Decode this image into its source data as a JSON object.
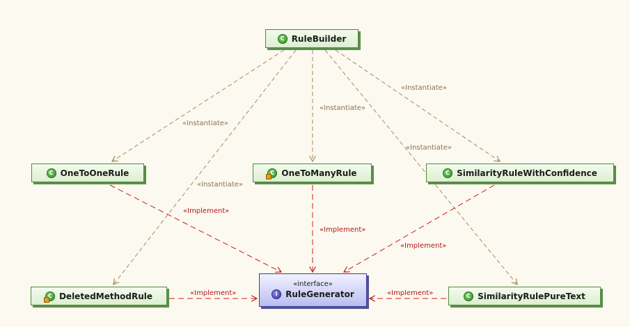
{
  "nodes": {
    "rule_builder": {
      "label": "RuleBuilder",
      "icon": "class-icon"
    },
    "one_to_one_rule": {
      "label": "OneToOneRule",
      "icon": "class-icon"
    },
    "one_to_many_rule": {
      "label": "OneToManyRule",
      "icon": "abstract-class-icon"
    },
    "similarity_rule_with_confidence": {
      "label": "SimilarityRuleWithConfidence",
      "icon": "class-icon"
    },
    "deleted_method_rule": {
      "label": "DeletedMethodRule",
      "icon": "abstract-class-icon"
    },
    "rule_generator": {
      "stereotype": "«interface»",
      "label": "RuleGenerator",
      "icon": "interface-icon"
    },
    "similarity_rule_pure_text": {
      "label": "SimilarityRulePureText",
      "icon": "class-icon"
    }
  },
  "edges": {
    "instantiate_one_to_one": "«Instantiate»",
    "instantiate_deleted": "«Instantiate»",
    "instantiate_one_to_many": "«Instantiate»",
    "instantiate_pure_text": "«Instantiate»",
    "instantiate_confidence": "«Instantiate»",
    "implement_one_to_one": "«Implement»",
    "implement_one_to_many": "«Implement»",
    "implement_confidence": "«Implement»",
    "implement_deleted": "«Implement»",
    "implement_pure_text": "«Implement»"
  },
  "colors": {
    "background": "#fcf9f0",
    "class_fill": "#dcefd0",
    "class_border": "#4e8a3c",
    "interface_fill": "#b9bdf0",
    "interface_border": "#3a3a9a",
    "instantiate_line": "#a9875a",
    "implement_line": "#cc1a1a"
  }
}
